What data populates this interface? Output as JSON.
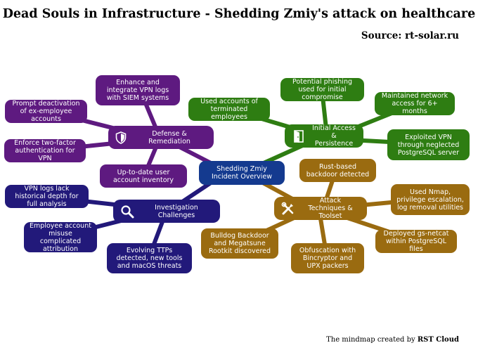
{
  "title": "Dead Souls in Infrastructure - Shedding Zmiy's attack on healthcare",
  "source": "Source: rt-solar.ru",
  "footer": {
    "prefix": "The mindmap created by ",
    "brand": "RST Cloud"
  },
  "colors": {
    "defense": "#5e1a80",
    "access": "#2e7d12",
    "attack": "#9a6b10",
    "investigation": "#22197a",
    "center": "#143a8f"
  },
  "center": {
    "label": "Shedding Zmiy Incident Overview"
  },
  "branches": {
    "defense": {
      "label": "Defense & Remediation",
      "icon": "shield-icon",
      "leaves": [
        "Enhance and integrate VPN logs with SIEM systems",
        "Prompt deactivation of ex-employee accounts",
        "Enforce two-factor authentication for VPN",
        "Up-to-date user account inventory"
      ]
    },
    "access": {
      "label": "Initial Access & Persistence",
      "icon": "door-icon",
      "leaves": [
        "Potential phishing used for initial compromise",
        "Used accounts of terminated employees",
        "Maintained network access for 6+ months",
        "Exploited VPN through neglected PostgreSQL server"
      ]
    },
    "attack": {
      "label": "Attack Techniques & Toolset",
      "icon": "tools-icon",
      "leaves": [
        "Rust-based backdoor detected",
        "Used Nmap, privilege escalation, log removal utilities",
        "Bulldog Backdoor and Megatsune Rootkit discovered",
        "Obfuscation with Bincryptor and UPX packers",
        "Deployed gs-netcat within PostgreSQL files"
      ]
    },
    "investigation": {
      "label": "Investigation Challenges",
      "icon": "magnifier-icon",
      "leaves": [
        "VPN logs lack historical depth for full analysis",
        "Employee account misuse complicated attribution",
        "Evolving TTPs detected, new tools and macOS threats"
      ]
    }
  }
}
